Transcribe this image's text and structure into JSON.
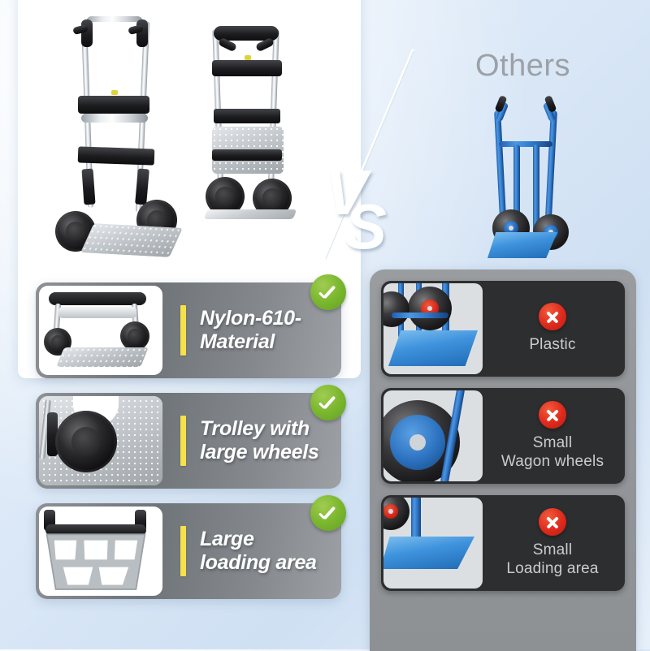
{
  "page": {
    "layout": "product-comparison-infographic",
    "background_color": "#dbe8f7"
  },
  "hero": {
    "vs_label": "VS",
    "vs_letter_1": "V",
    "vs_letter_2": "S",
    "others_title": "Others",
    "product_side_bg": "#ffffff",
    "others_side_bg": "#dbe8f7"
  },
  "ours": {
    "badge_icon": "check-circle-icon",
    "badge_color": "#7cb82f",
    "accent_color": "#f5e14a",
    "features": [
      {
        "id": "nylon-material",
        "label": "Nylon-610-\nMaterial",
        "line1": "Nylon-610-",
        "line2": "Material",
        "thumb_alt": "folding-hand-truck-wheels-closeup"
      },
      {
        "id": "large-wheels",
        "label": "Trolley with\nlarge wheels",
        "line1": "Trolley with",
        "line2": "large wheels",
        "thumb_alt": "large-wheel-closeup"
      },
      {
        "id": "large-loading-area",
        "label": "Large\nloading area",
        "line1": "Large",
        "line2": "loading area",
        "thumb_alt": "large-loading-platform-closeup"
      }
    ]
  },
  "others": {
    "badge_icon": "x-circle-icon",
    "badge_color": "#e02b1d",
    "panel_color": "#93969a",
    "card_color": "#2d2e30",
    "features": [
      {
        "id": "plastic",
        "line1": "Plastic",
        "line2": "",
        "thumb_alt": "blue-hand-truck-plastic-base"
      },
      {
        "id": "small-wagon-wheels",
        "line1": "Small",
        "line2": "Wagon wheels",
        "thumb_alt": "small-wagon-wheel-closeup"
      },
      {
        "id": "small-loading-area",
        "line1": "Small",
        "line2": "Loading area",
        "thumb_alt": "small-blue-loading-plate"
      }
    ]
  }
}
